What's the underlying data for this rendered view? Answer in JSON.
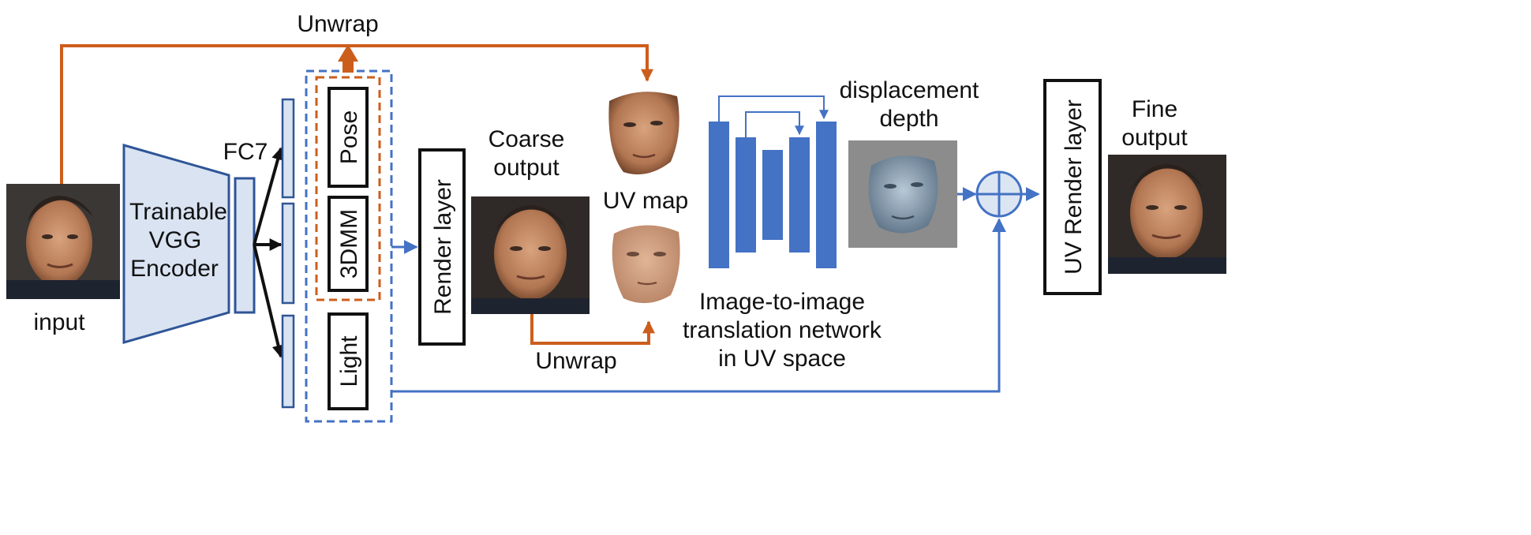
{
  "labels": {
    "input": "input",
    "encoder": [
      "Trainable",
      "VGG",
      "Encoder"
    ],
    "fc7": "FC7",
    "pose": "Pose",
    "threedmm": "3DMM",
    "light": "Light",
    "unwrap_top": "Unwrap",
    "unwrap_bottom": "Unwrap",
    "render_layer": "Render layer",
    "coarse_output": [
      "Coarse",
      "output"
    ],
    "uv_map": "UV map",
    "displacement_depth": [
      "displacement",
      "depth"
    ],
    "translation_network": [
      "Image-to-image",
      "translation network",
      "in UV space"
    ],
    "uv_render_layer": "UV Render layer",
    "fine_output": [
      "Fine",
      "output"
    ]
  },
  "colors": {
    "orange_arrow": "#cc5e1c",
    "blue_arrow": "#4472c4",
    "encoder_fill": "#d9e3f2",
    "encoder_stroke": "#2f5597",
    "unet_fill": "#4472c4",
    "depth_background": "#8c8c8c",
    "adder_fill": "#dce6f2"
  },
  "icons": {
    "adder": "circle-plus-icon"
  }
}
